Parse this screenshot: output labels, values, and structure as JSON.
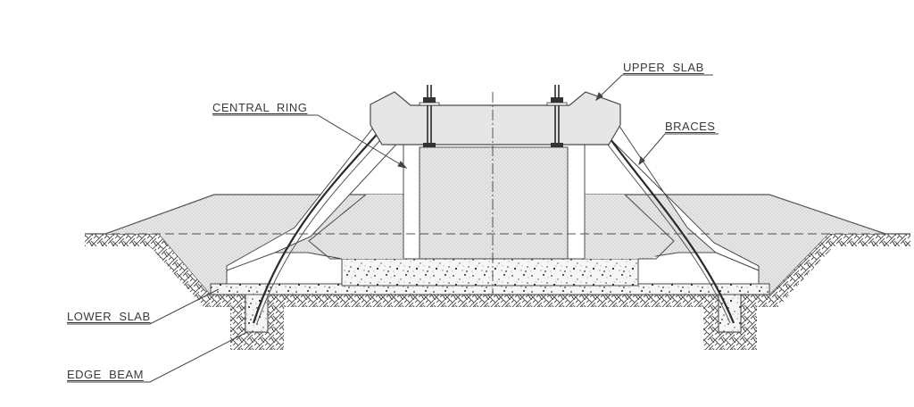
{
  "diagram": {
    "type": "engineering cross-section",
    "labels": {
      "upper_slab": "UPPER  SLAB",
      "central_ring": "CENTRAL  RING",
      "braces": "BRACES",
      "lower_slab": "LOWER  SLAB",
      "edge_beam": "EDGE  BEAM"
    },
    "components": [
      "upper-slab",
      "central-ring",
      "braces",
      "lower-slab",
      "edge-beam",
      "concrete-base",
      "earth-fill",
      "excavated-ground"
    ],
    "colors": {
      "line": "#4a4a4a",
      "stipple_fill": "#e6e6e6",
      "concrete_fill": "#f4f4f4",
      "hatch": "#555555",
      "background": "#ffffff"
    }
  }
}
